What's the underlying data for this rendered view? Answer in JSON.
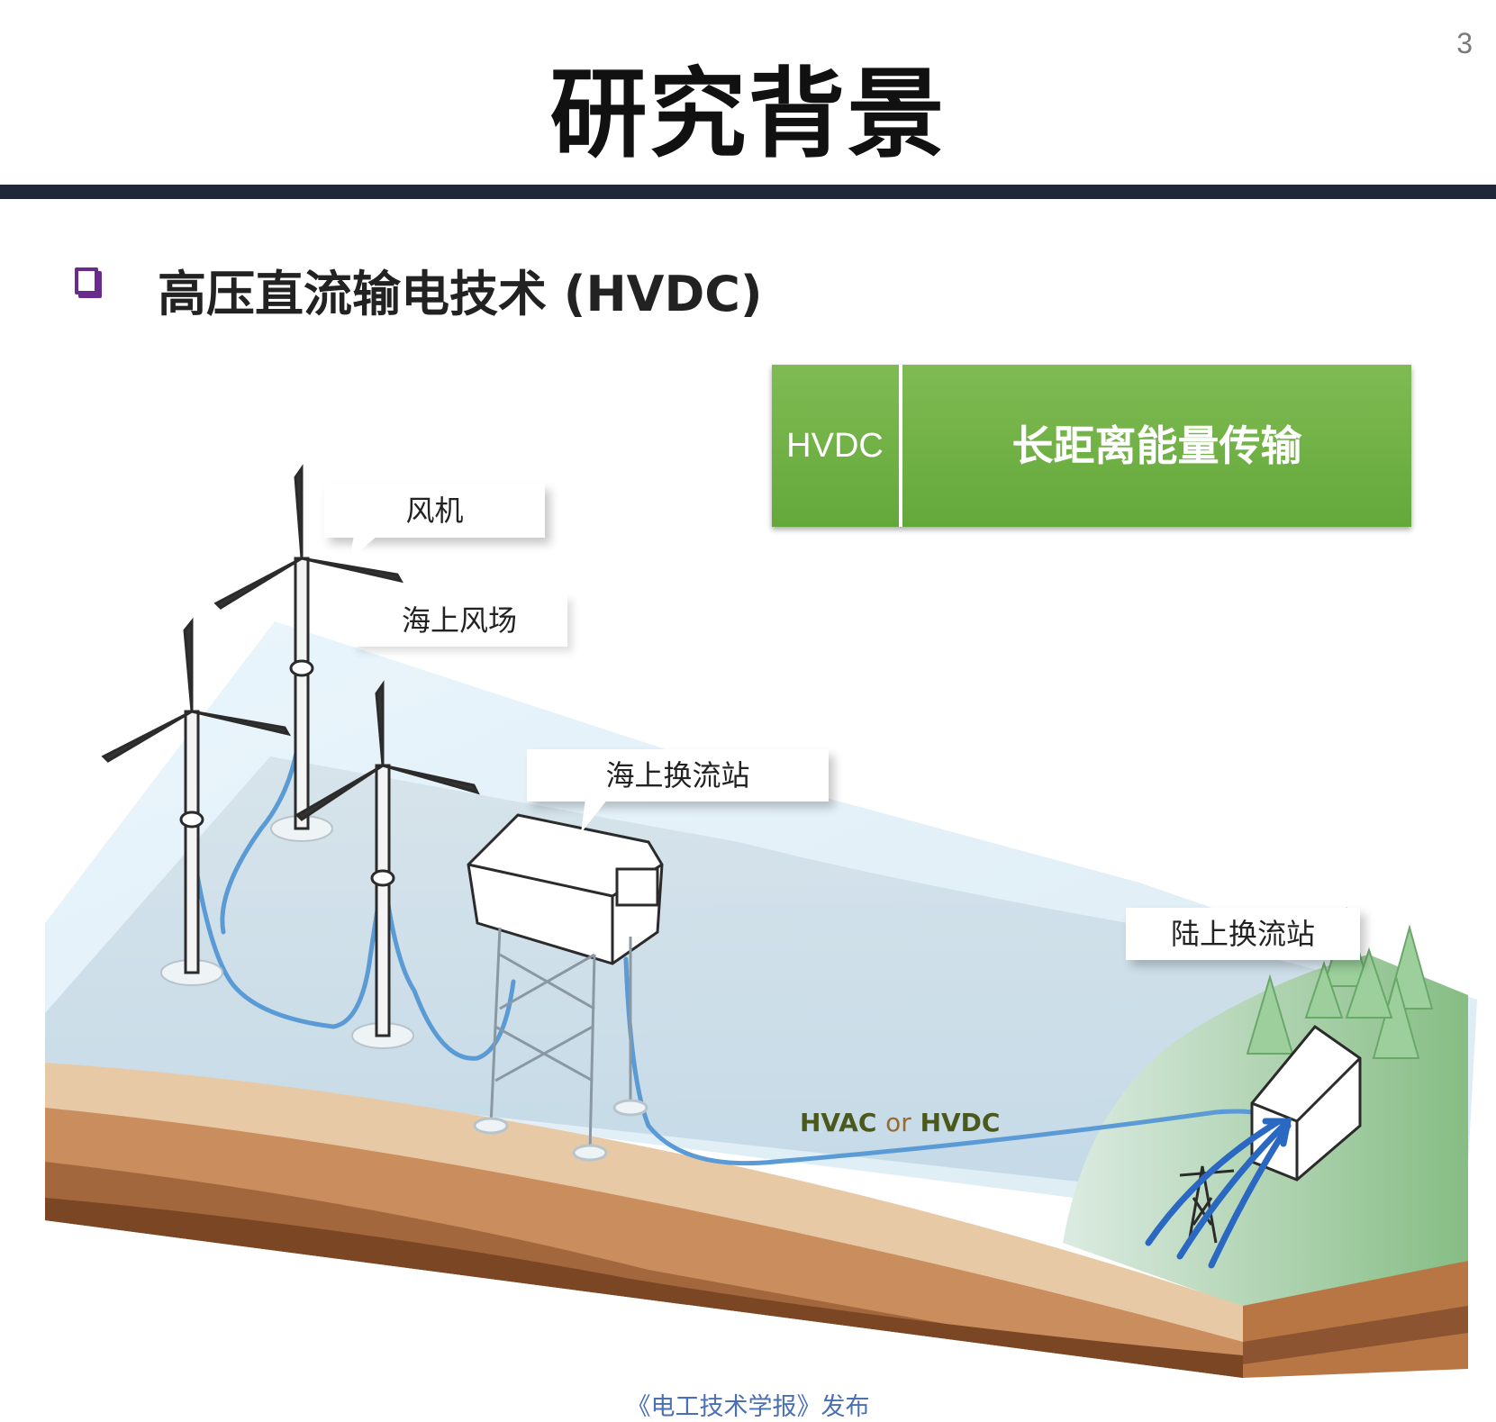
{
  "slide": {
    "page_number": "3",
    "title": "研究背景",
    "bullet_text": "高压直流输电技术 (HVDC)"
  },
  "hvdc_box": {
    "label": "HVDC",
    "description": "长距离能量传输",
    "color": "#70b044"
  },
  "diagram": {
    "callouts": {
      "wind_turbine": "风机",
      "offshore_wind_farm": "海上风场",
      "offshore_converter": "海上换流站",
      "onshore_converter": "陆上换流站"
    },
    "cable": {
      "part1": "HVAC",
      "part2": "or",
      "part3": "HVDC"
    },
    "colors": {
      "cable": "#5b9bd5",
      "sea": "#cfe0ea",
      "land": "#8fc08a",
      "soil": "#b7784a"
    }
  },
  "footer": {
    "text": "《电工技术学报》发布"
  }
}
